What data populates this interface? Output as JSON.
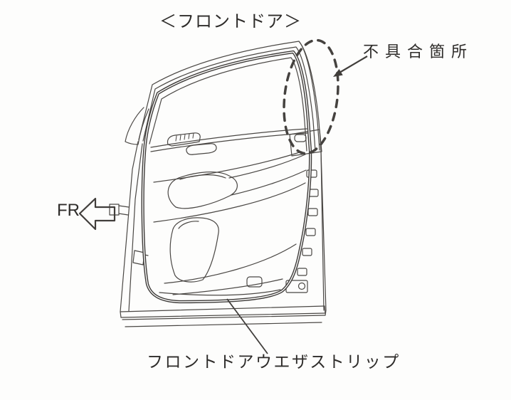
{
  "page": {
    "background": "#fdfdfc"
  },
  "title": "＜フロントドア＞",
  "annotations": {
    "defect_label": "不具合箇所",
    "direction_label": "FR",
    "weatherstrip_label": "フロントドアウエザストリップ"
  },
  "figure": {
    "ink_color": "#4a4744",
    "seal_color": "#3d3a38",
    "highlight_color": "#45423f",
    "pointer_color": "#413e3b"
  },
  "icons": {
    "fr_arrow": "outline-arrow-left",
    "defect_pointer": "filled-arrow-down-left",
    "defect_highlight": "dashed-ellipse",
    "weatherstrip_leader": "leader-line"
  }
}
